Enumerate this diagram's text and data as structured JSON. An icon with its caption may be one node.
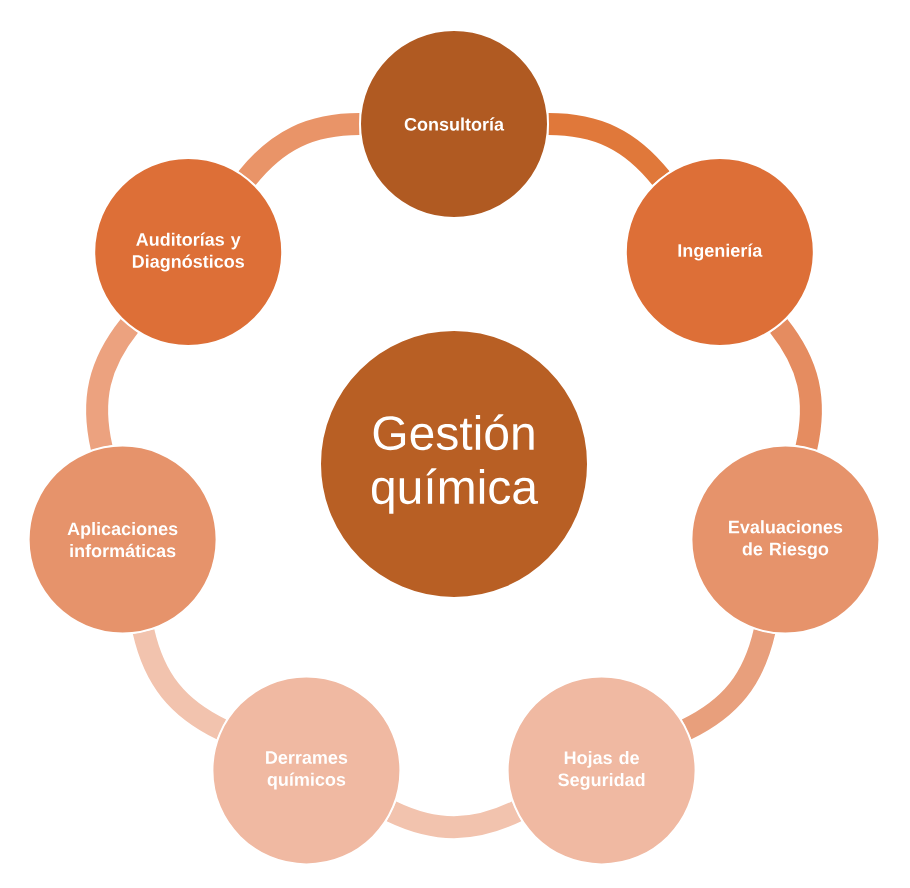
{
  "diagram": {
    "nodes": [
      {
        "text": [
          "Gestión química"
        ]
      },
      {
        "text": [
          "Consultoría"
        ]
      },
      {
        "text": [
          "Ingeniería"
        ]
      },
      {
        "text": [
          "Evaluaciones de Riesgo"
        ]
      },
      {
        "text": [
          "Hojas de Seguridad"
        ]
      },
      {
        "text": [
          "Derrames químicos"
        ]
      },
      {
        "text": [
          "Aplicaciones informáticas"
        ]
      },
      {
        "text": [
          "Auditorías y Diagnósticos"
        ]
      }
    ],
    "edges": [
      {
        "from": 1,
        "to": 2,
        "arrow": "none",
        "color": "#e0783a"
      },
      {
        "from": 2,
        "to": 3,
        "arrow": "none",
        "color": "#e58c60"
      },
      {
        "from": 3,
        "to": 4,
        "arrow": "none",
        "color": "#e89f7c"
      },
      {
        "from": 4,
        "to": 5,
        "arrow": "none",
        "color": "#f2c3ae"
      },
      {
        "from": 5,
        "to": 6,
        "arrow": "none",
        "color": "#f2c3ae"
      },
      {
        "from": 6,
        "to": 7,
        "arrow": "none",
        "color": "#eca27f"
      },
      {
        "from": 7,
        "to": 1,
        "arrow": "none",
        "color": "#e99468"
      }
    ]
  }
}
